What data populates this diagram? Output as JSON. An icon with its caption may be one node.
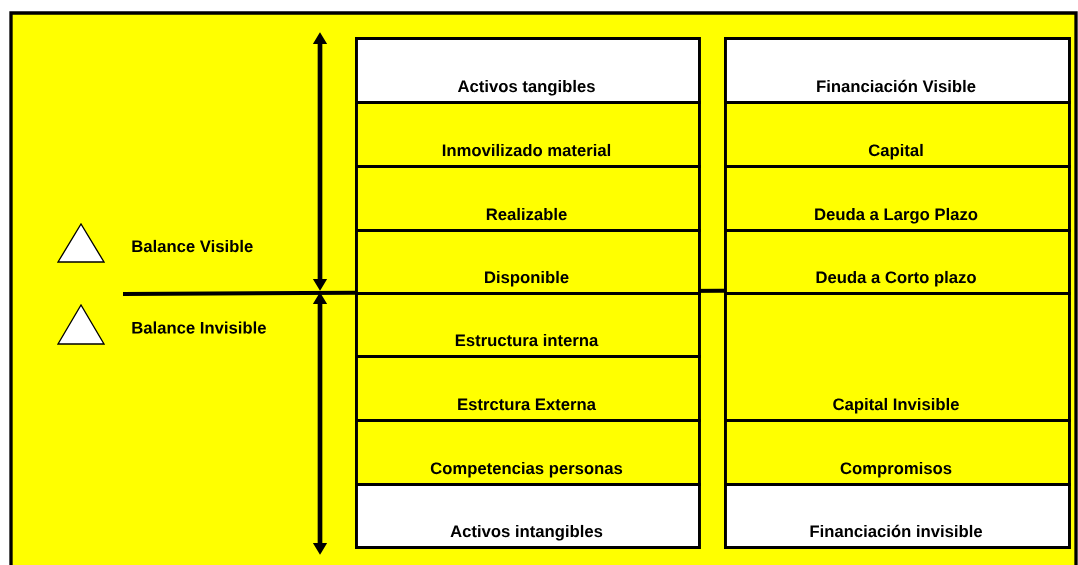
{
  "diagram": {
    "nodes": [
      {
        "text": [],
        "shape": "triangle",
        "beside": [
          "Balance Visible"
        ]
      },
      {
        "text": [],
        "shape": "triangle",
        "beside": [
          "Balance Invisible"
        ]
      },
      {
        "text": [
          "Activos tangibles"
        ]
      },
      {
        "text": [
          "Inmovilizado material"
        ]
      },
      {
        "text": [
          "Realizable"
        ]
      },
      {
        "text": [
          "Disponible"
        ]
      },
      {
        "text": [
          "Estructura interna"
        ]
      },
      {
        "text": [
          "Estrctura Externa"
        ]
      },
      {
        "text": [
          "Competencias personas"
        ]
      },
      {
        "text": [
          "Activos intangibles"
        ]
      },
      {
        "text": [
          "Financiación Visible"
        ]
      },
      {
        "text": [
          "Capital"
        ]
      },
      {
        "text": [
          "Deuda a Largo Plazo"
        ]
      },
      {
        "text": [
          "Deuda a Corto plazo"
        ]
      },
      {
        "text": [
          "Capital Invisible"
        ]
      },
      {
        "text": [
          "Compromisos"
        ]
      },
      {
        "text": [
          "Financiación invisible"
        ]
      }
    ]
  }
}
